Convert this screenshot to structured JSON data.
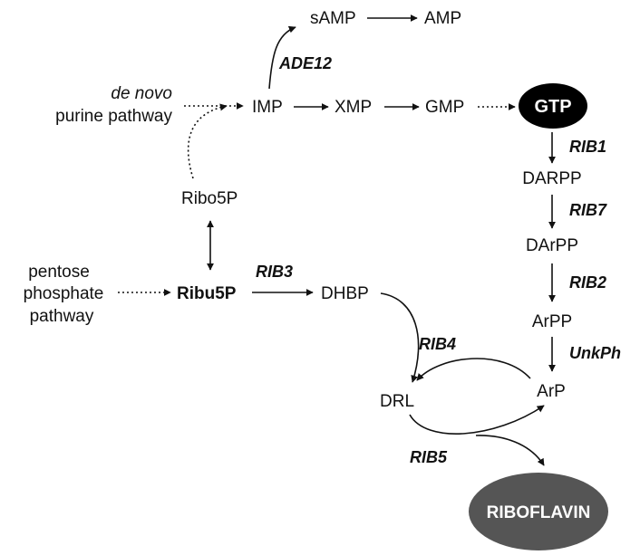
{
  "nodes": {
    "samp": "sAMP",
    "amp": "AMP",
    "imp": "IMP",
    "xmp": "XMP",
    "gmp": "GMP",
    "gtp": "GTP",
    "darpp": "DARPP",
    "darpp2": "DArPP",
    "arpp": "ArPP",
    "arp": "ArP",
    "ribo5p": "Ribo5P",
    "ribu5p": "Ribu5P",
    "dhbp": "DHBP",
    "drl": "DRL",
    "riboflavin": "RIBOFLAVIN"
  },
  "pathways": {
    "denovo_line1": "de novo",
    "denovo_line2": "purine pathway",
    "pentose_line1": "pentose",
    "pentose_line2": "phosphate",
    "pentose_line3": "pathway"
  },
  "enzymes": {
    "ade12": "ADE12",
    "rib1": "RIB1",
    "rib7": "RIB7",
    "rib2": "RIB2",
    "unkph": "UnkPh",
    "rib3": "RIB3",
    "rib4": "RIB4",
    "rib5": "RIB5"
  },
  "colors": {
    "gtp_fill": "#000000",
    "riboflavin_fill": "#555555"
  }
}
